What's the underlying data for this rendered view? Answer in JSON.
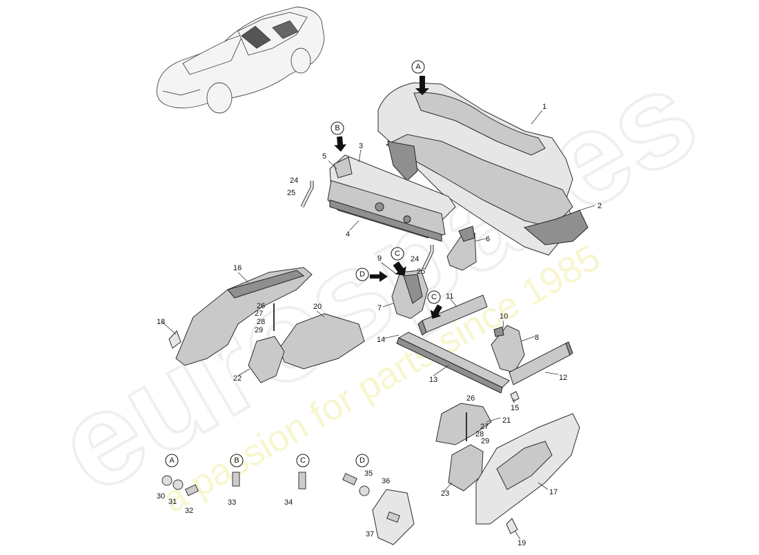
{
  "watermark": {
    "brand": "eurospares",
    "tagline": "a passion for parts since 1985"
  },
  "callouts": [
    {
      "letter": "A"
    },
    {
      "letter": "B"
    },
    {
      "letter": "C"
    },
    {
      "letter": "D"
    },
    {
      "letter": "C"
    }
  ],
  "legend_callouts": [
    {
      "letter": "A"
    },
    {
      "letter": "B"
    },
    {
      "letter": "C"
    },
    {
      "letter": "D"
    }
  ],
  "part_numbers": [
    "1",
    "2",
    "3",
    "4",
    "5",
    "6",
    "7",
    "8",
    "9",
    "10",
    "11",
    "12",
    "13",
    "14",
    "15",
    "16",
    "17",
    "18",
    "19",
    "20",
    "21",
    "22",
    "23",
    "24",
    "25",
    "24",
    "25",
    "26",
    "27",
    "28",
    "29",
    "26",
    "27",
    "28",
    "29",
    "30",
    "31",
    "32",
    "33",
    "34",
    "35",
    "36",
    "37"
  ]
}
